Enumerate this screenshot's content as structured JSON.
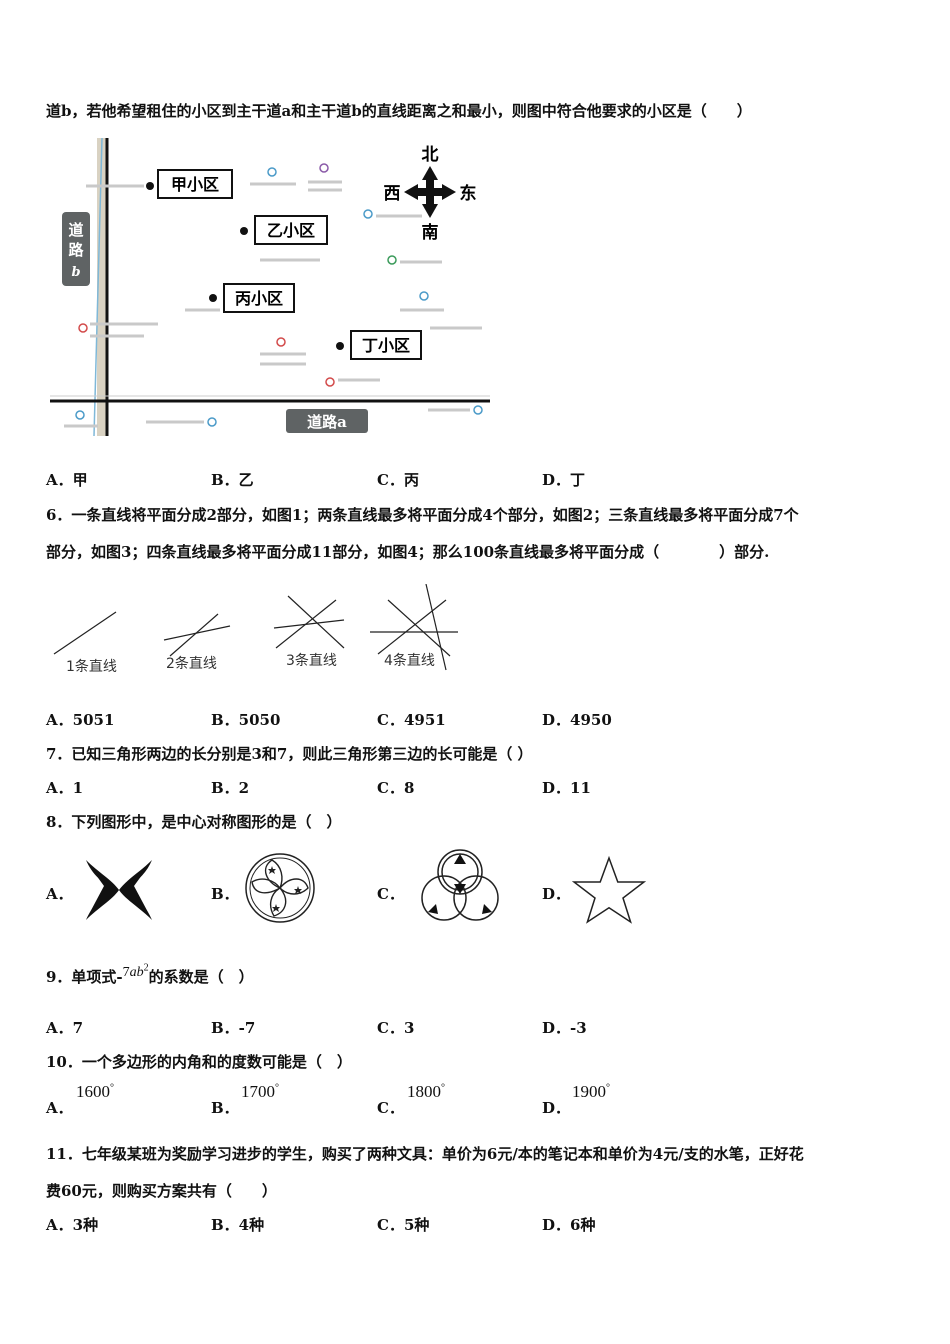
{
  "q5": {
    "text": "道b，若他希望租住的小区到主干道a和主干道b的直线距离之和最小，则图中符合他要求的小区是（　　）",
    "map": {
      "compass": {
        "n": "北",
        "s": "南",
        "w": "西",
        "e": "东"
      },
      "road_a": "道路a",
      "road_b": [
        "道",
        "路",
        "b"
      ],
      "districts": [
        "甲小区",
        "乙小区",
        "丙小区",
        "丁小区"
      ]
    },
    "options": [
      "A．甲",
      "B．乙",
      "C．丙",
      "D．丁"
    ]
  },
  "q6": {
    "line1": "6．一条直线将平面分成2部分，如图1；两条直线最多将平面分成4个部分，如图2；三条直线最多将平面分成7个",
    "line2": "部分，如图3；四条直线最多将平面分成11部分，如图4；那么100条直线最多将平面分成（　　　　）部分.",
    "figure_labels": [
      "1条直线",
      "2条直线",
      "3条直线",
      "4条直线"
    ],
    "options": [
      "A．5051",
      "B．5050",
      "C．4951",
      "D．4950"
    ]
  },
  "q7": {
    "text": "7．已知三角形两边的长分别是3和7，则此三角形第三边的长可能是（ ）",
    "options": [
      "A．1",
      "B．2",
      "C．8",
      "D．11"
    ]
  },
  "q8": {
    "text": "8．下列图形中，是中心对称图形的是（　）",
    "options": [
      "A．",
      "B．",
      "C．",
      "D．"
    ]
  },
  "q9": {
    "prefix": "9．单项式-",
    "coef": "7",
    "var": "ab",
    "exp": "2",
    "suffix": "的系数是（　）",
    "options": [
      "A．7",
      "B．-7",
      "C．3",
      "D．-3"
    ]
  },
  "q10": {
    "text": "10．一个多边形的内角和的度数可能是（　）",
    "options": [
      "A．",
      "B．",
      "C．",
      "D．"
    ],
    "values": [
      "1600",
      "1700",
      "1800",
      "1900"
    ],
    "degree": "°"
  },
  "q11": {
    "line1": "11．七年级某班为奖励学习进步的学生，购买了两种文具：单价为6元/本的笔记本和单价为4元/支的水笔，正好花",
    "line2": "费60元，则购买方案共有（　　）",
    "options": [
      "A．3种",
      "B．4种",
      "C．5种",
      "D．6种"
    ]
  }
}
